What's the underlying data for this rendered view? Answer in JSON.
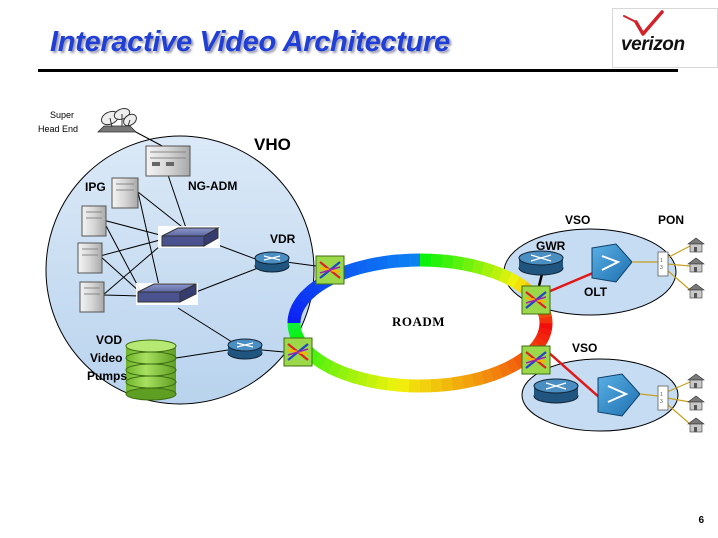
{
  "slide": {
    "title": "Interactive Video Architecture",
    "page_number": "6",
    "logo_text": "verizon"
  },
  "labels": {
    "super_head_end_line1": "Super",
    "super_head_end_line2": "Head End",
    "vho": "VHO",
    "ipg": "IPG",
    "ng_adm": "NG-ADM",
    "vdr": "VDR",
    "vod_line1": "VOD",
    "vod_line2": "Video",
    "vod_line3": "Pumps",
    "roadm": "ROADM",
    "vso_top": "VSO",
    "vso_bottom": "VSO",
    "pon": "PON",
    "gwr": "GWR",
    "olt": "OLT"
  },
  "colors": {
    "title": "#1f3fd6",
    "vho_fill": "#c6dcf2",
    "vso_fill": "#c6dcf2",
    "router": "#2f6fa0",
    "olt": "#2e88c8",
    "oadm_box": "#9bd94a",
    "vod_pumps": "#88c83a",
    "link_red": "#e01818",
    "logo_red": "#d2232a"
  },
  "icons": {
    "satellite": "satellite-dish-icon",
    "server": "server-icon",
    "switch": "switch-icon",
    "router": "router-icon",
    "oadm": "oadm-icon",
    "storage": "storage-stack-icon",
    "olt": "olt-icon",
    "house": "house-icon",
    "splitter": "splitter-icon"
  }
}
